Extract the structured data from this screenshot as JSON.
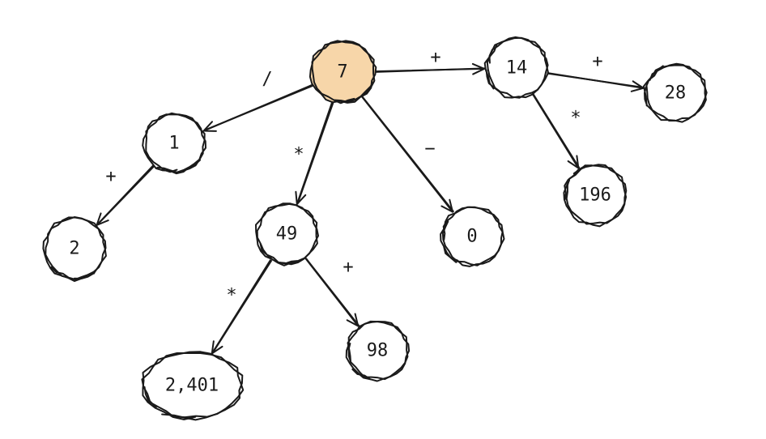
{
  "diagram": {
    "nodes": [
      {
        "id": "n7",
        "label": "7",
        "highlight": true
      },
      {
        "id": "n1",
        "label": "1"
      },
      {
        "id": "n2",
        "label": "2"
      },
      {
        "id": "n49",
        "label": "49"
      },
      {
        "id": "n2401",
        "label": "2,401"
      },
      {
        "id": "n98",
        "label": "98"
      },
      {
        "id": "n0",
        "label": "0"
      },
      {
        "id": "n14",
        "label": "14"
      },
      {
        "id": "n28",
        "label": "28"
      },
      {
        "id": "n196",
        "label": "196"
      }
    ],
    "edges": [
      {
        "from": "n7",
        "to": "n1",
        "op": "/"
      },
      {
        "from": "n7",
        "to": "n49",
        "op": "*"
      },
      {
        "from": "n7",
        "to": "n0",
        "op": "−"
      },
      {
        "from": "n7",
        "to": "n14",
        "op": "+"
      },
      {
        "from": "n1",
        "to": "n2",
        "op": "+"
      },
      {
        "from": "n49",
        "to": "n2401",
        "op": "*"
      },
      {
        "from": "n49",
        "to": "n98",
        "op": "+"
      },
      {
        "from": "n14",
        "to": "n28",
        "op": "+"
      },
      {
        "from": "n14",
        "to": "n196",
        "op": "*"
      }
    ],
    "colors": {
      "root_fill": "#f7d6a9",
      "stroke": "#1a1a1a",
      "background": "#ffffff"
    }
  }
}
